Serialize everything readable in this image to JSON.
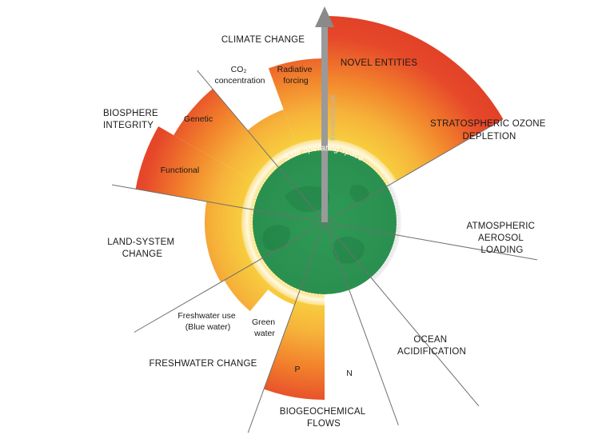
{
  "center_label": "Safe operating space",
  "risk_axis_label": "Increasing risk",
  "colors": {
    "safe": "#2f9e59",
    "safe_rim": "#ffffff",
    "zone_low": "#f6c83b",
    "zone_mid": "#f39a2e",
    "zone_high": "#e23a24",
    "uncertain": "#d8d8d8",
    "divider": "#6f6f6f"
  },
  "boundaries": {
    "climate_change": "CLIMATE CHANGE",
    "novel_entities": "NOVEL ENTITIES",
    "stratospheric_ozone": [
      "STRATOSPHERIC OZONE",
      "DEPLETION"
    ],
    "atmospheric_aerosol": [
      "ATMOSPHERIC",
      "AEROSOL",
      "LOADING"
    ],
    "ocean_acidification": [
      "OCEAN",
      "ACIDIFICATION"
    ],
    "biogeochemical_flows": [
      "BIOGEOCHEMICAL",
      "FLOWS"
    ],
    "freshwater_change": "FRESHWATER CHANGE",
    "land_system_change": [
      "LAND-SYSTEM",
      "CHANGE"
    ],
    "biosphere_integrity": [
      "BIOSPHERE",
      "INTEGRITY"
    ]
  },
  "wedges": {
    "co2": [
      "CO₂",
      "concentration"
    ],
    "radiative_forcing": [
      "Radiative",
      "forcing"
    ],
    "genetic": "Genetic",
    "functional": "Functional",
    "blue_water": [
      "Freshwater use",
      "(Blue water)"
    ],
    "green_water": [
      "Green",
      "water"
    ],
    "phosphorus": "P",
    "nitrogen": "N"
  }
}
